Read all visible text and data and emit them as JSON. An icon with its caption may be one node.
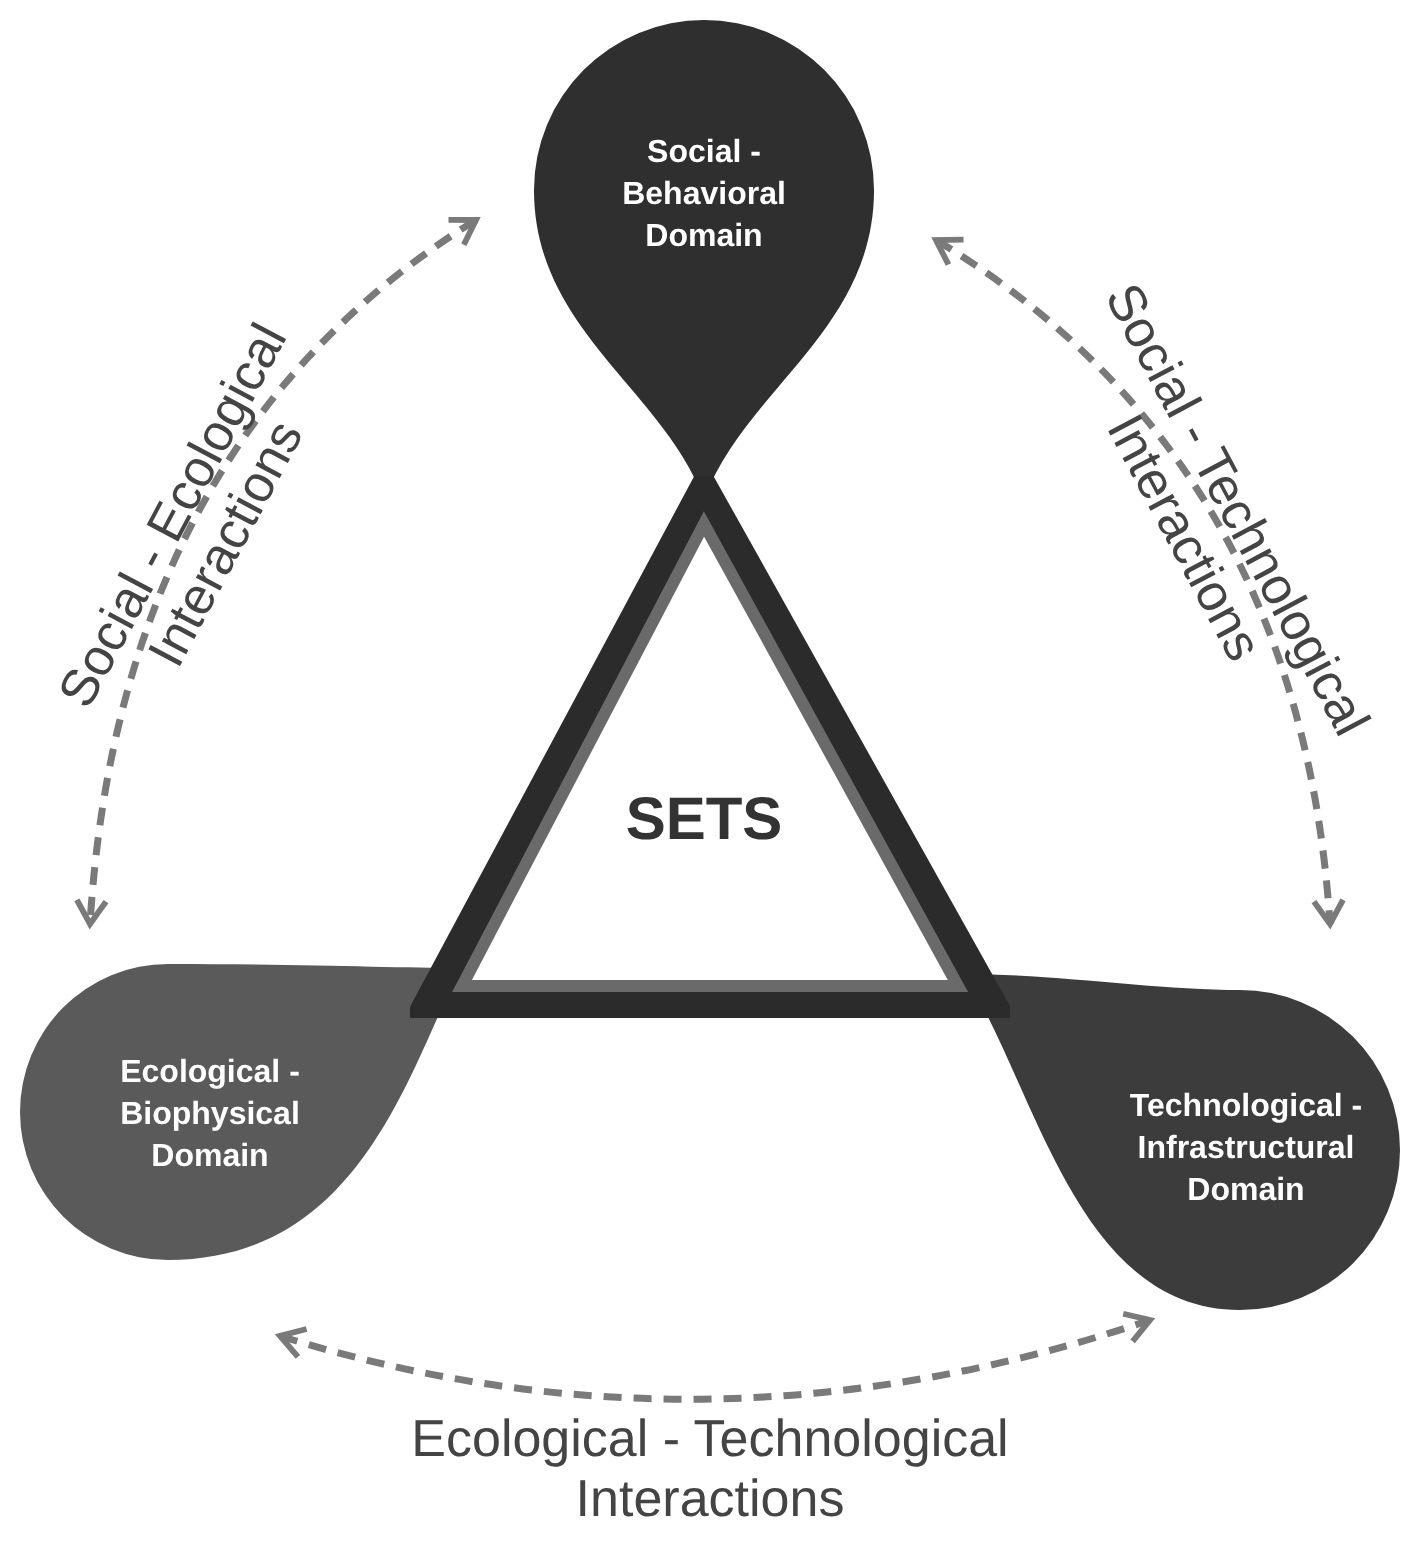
{
  "diagram": {
    "nodes": [
      {
        "text": [
          "Social - Behavioral Domain"
        ]
      },
      {
        "text": [
          "Ecological - Biophysical Domain"
        ]
      },
      {
        "text": [
          "Technological - Infrastructural Domain"
        ]
      },
      {
        "text": [
          "SETS"
        ]
      }
    ],
    "edges": [
      {
        "from": 0,
        "to": 1,
        "arrow": "both",
        "style": "dashed",
        "label": "Social - Ecological Interactions"
      },
      {
        "from": 0,
        "to": 2,
        "arrow": "both",
        "style": "dashed",
        "label": "Social - Technological Interactions"
      },
      {
        "from": 1,
        "to": 2,
        "arrow": "both",
        "style": "dashed",
        "label": "Ecological - Technological Interactions"
      }
    ]
  }
}
